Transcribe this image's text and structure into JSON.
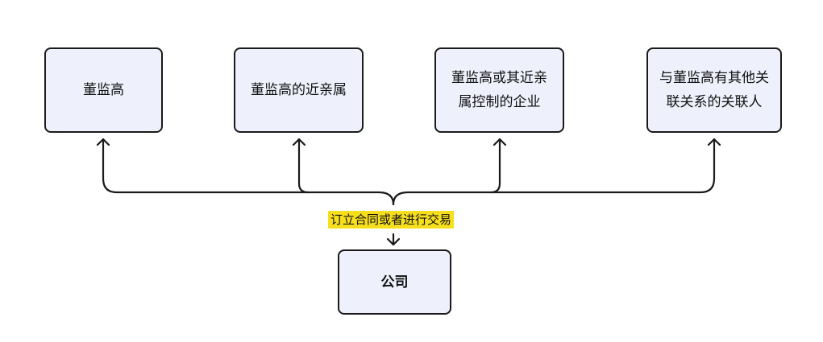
{
  "nodes": {
    "executives": "董监高",
    "close_relatives": "董监高的近亲属",
    "controlled_enterprises": "董监高或其近亲属控制的企业",
    "other_related_parties": "与董监高有其他关联关系的关联人",
    "company": "公司"
  },
  "edge_label": "订立合同或者进行交易",
  "colors": {
    "box_fill": "#eef1fb",
    "stroke": "#1a1a1a",
    "label_highlight": "#f7df1e"
  }
}
